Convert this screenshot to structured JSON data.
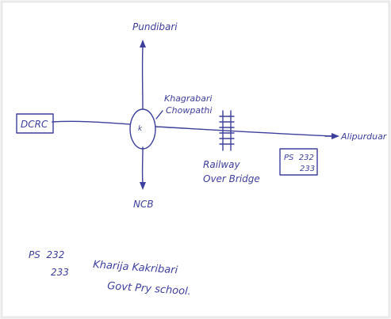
{
  "diagram": {
    "ink_color": "#3d3f9c",
    "paper_color": "#ffffff",
    "nodes": {
      "north": "Pundibari",
      "west": "DCRC",
      "junction": [
        "Khagrabari",
        "Chowpathi"
      ],
      "south": "NCB",
      "east": "Alipurduar",
      "bridge": [
        "Railway",
        "Over Bridge"
      ],
      "station_box": [
        "PS  232",
        "233"
      ]
    },
    "footnote": {
      "ps_label": "PS  232",
      "ps_number": "233",
      "school_line1": "Kharija Kakribari",
      "school_line2": "Govt Pry school."
    },
    "icons": {
      "junction": "roundabout-circle",
      "arrows": [
        "arrow-up-icon",
        "arrow-down-icon",
        "arrow-right-icon"
      ]
    }
  }
}
